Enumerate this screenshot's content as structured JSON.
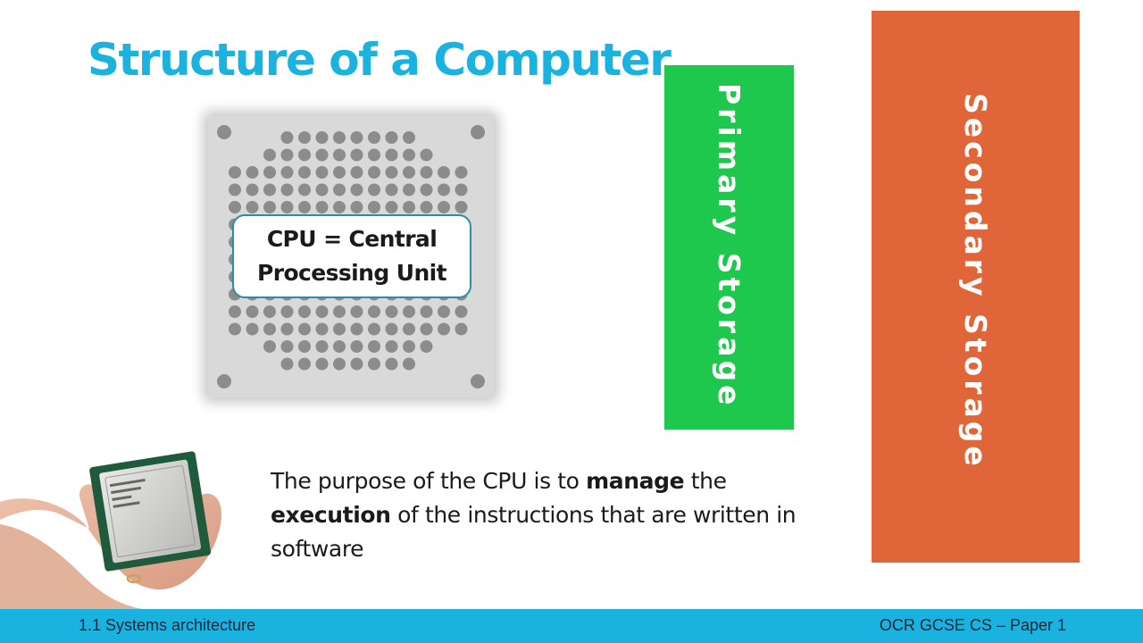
{
  "slide": {
    "title": "Structure of a Computer",
    "cpu_label_line1": "CPU = Central",
    "cpu_label_line2": "Processing Unit",
    "primary_storage_label": "Primary Storage",
    "secondary_storage_label": "Secondary Storage",
    "description": {
      "part1": "The purpose of the CPU is to ",
      "bold1": "manage",
      "part2": " the ",
      "bold2": "execution",
      "part3": " of the instructions that are written in software"
    }
  },
  "footer": {
    "left": "1.1 Systems architecture",
    "right": "OCR GCSE CS – Paper 1"
  },
  "colors": {
    "title": "#1ab3e0",
    "primary_storage": "#1ec84d",
    "secondary_storage": "#e0663a",
    "footer": "#1ab3e0",
    "callout_border": "#2a8fa3"
  },
  "icons": {
    "cpu_chip": "cpu-pin-grid-icon",
    "hand_photo": "hand-holding-cpu-image"
  }
}
